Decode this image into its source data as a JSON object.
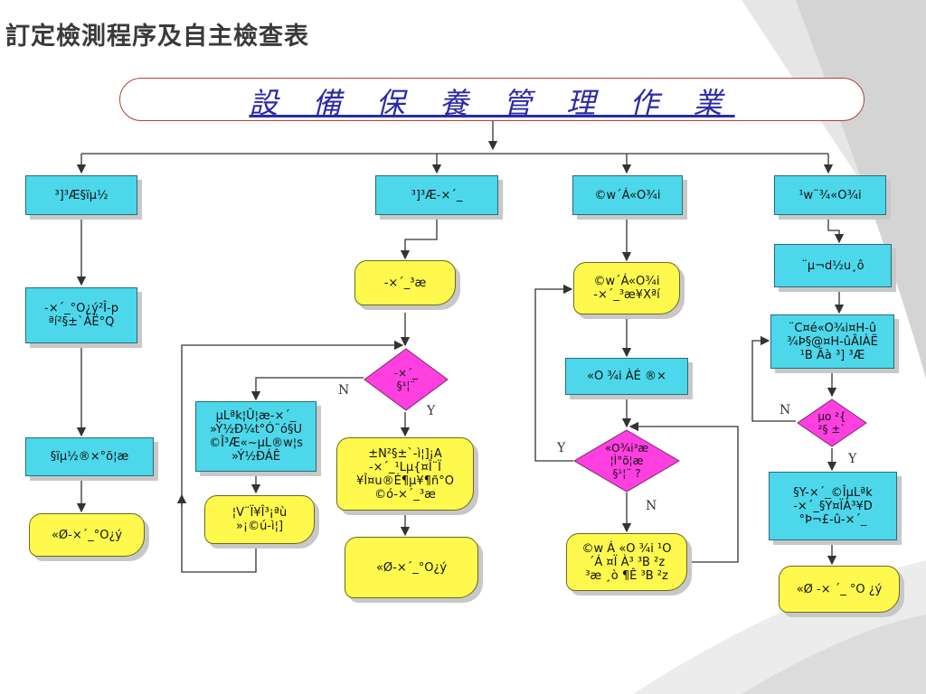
{
  "page_title": "訂定檢測程序及自主檢查表",
  "banner": "設 備 保 養 管 理 作 業",
  "nodes": {
    "top1": "³]³Æ§ïµ½",
    "top2": "³]³Æ-×´_",
    "top3": "©w´Á«O¾i",
    "top4": "¹w¨¾«O¾i",
    "c1_box2": "-×´_°O¿ý²Î-p\nªí²§±`ÀË°Q",
    "c1_box3": "§ïµ½®×°õ¦æ",
    "c1_end": "«Ø-×´_°O¿ý",
    "c2_blob1": "-×´_³æ",
    "c2_diamond": "-×´_\n§¹¦¨",
    "c2_box_left": "µLªk¦Û¦æ-×´_\n»Ý½Ð¼t°Ó¨ó§U\n©Î³Æ«~µL®w¦s\n»Ý½ÐÁÊ",
    "c2_blob_left": "¦V¨Ï¥Î³¡ªù\n»¡©ú-ì¦]",
    "c2_blob_mid": "±N²§±`-ì¦]¡A\n-×´_¹Lµ{¤Î¨Ï\n¥Î¤u®É¶µ¥¶ñ°O\n©ó-×´_³æ",
    "c2_end": "«Ø-×´_°O¿ý",
    "c3_blob1": "©w´Á«O¾i\n-×´_³æ¥Xªí",
    "c3_box": "«O  ¾i   ÀÉ  ®×",
    "c3_diamond": "«O¾i³æ\n¦Ì°õ¦æ\n§¹¦¨  ?",
    "c3_blob_end": "©w  Á «O ¾i ¹O\n´Á ¤Ï À³ ³B ²z\n³æ ¸ò ¶Ê ³B ²z",
    "c4_box2": "¨µ¬d½u¸ô",
    "c4_box3": "¨C¤é«O¾i¤H-û\n¾Þ§@¤H-ûÂIÀË\n¹B Ãà ³] ³Æ",
    "c4_diamond": "µo ²{\n²§ ±`",
    "c4_box4": "§Y-×´_©ÎµLªk\n-×´_§Y¤ÏÀ³¥D\n°Þ¬£-û-×´_",
    "c4_end": "«Ø -× ´_ °O ¿ý"
  },
  "labels": {
    "n1": "N",
    "y1": "Y",
    "y2": "Y",
    "n2": "N",
    "n3": "N",
    "y3": "Y"
  },
  "colors": {
    "process_box": "#4dd7ea",
    "document_box": "#fff94d",
    "decision": "#ff3fe0",
    "banner_text": "#2a2aa8",
    "banner_border": "#b04040"
  }
}
